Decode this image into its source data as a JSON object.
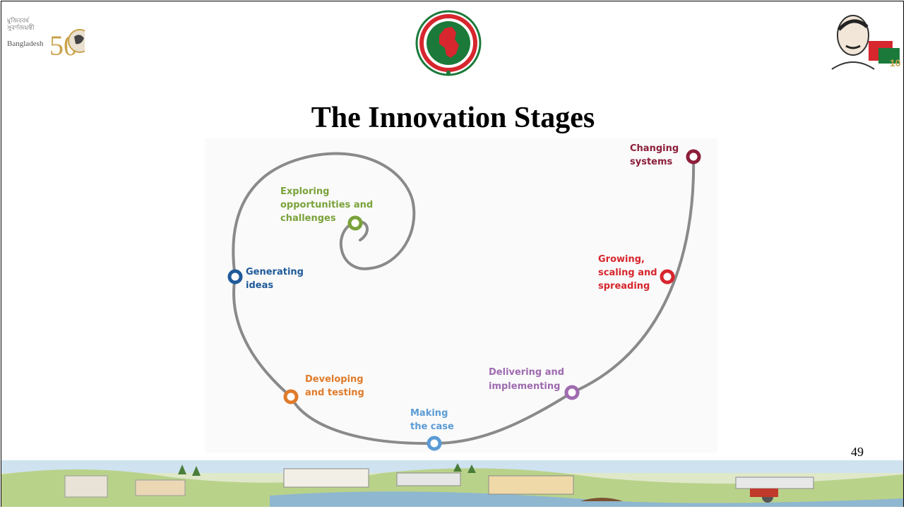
{
  "header": {
    "left_logo_text": "মুজিববর্ষ সুবর্ণজয়ন্তী",
    "left_logo_label": "Bangladesh",
    "left_logo_number": "50"
  },
  "title": "The Innovation Stages",
  "stages": [
    {
      "id": "exploring",
      "lines": [
        "Exploring",
        "opportunities and",
        "challenges"
      ],
      "color": "#7aa23a"
    },
    {
      "id": "generating",
      "lines": [
        "Generating",
        "ideas"
      ],
      "color": "#1f5a9a"
    },
    {
      "id": "developing",
      "lines": [
        "Developing",
        "and testing"
      ],
      "color": "#e07b2a"
    },
    {
      "id": "making",
      "lines": [
        "Making",
        "the case"
      ],
      "color": "#5b9bd5"
    },
    {
      "id": "delivering",
      "lines": [
        "Delivering and",
        "implementing"
      ],
      "color": "#9e6bb0"
    },
    {
      "id": "growing",
      "lines": [
        "Growing,",
        "scaling and",
        "spreading"
      ],
      "color": "#d7262e"
    },
    {
      "id": "changing",
      "lines": [
        "Changing",
        "systems"
      ],
      "color": "#8c1e3a"
    }
  ],
  "colors": {
    "spiral": "#8a8a8a",
    "seal_green": "#1b7a3a",
    "seal_red": "#d7262e"
  },
  "page_number": "49"
}
